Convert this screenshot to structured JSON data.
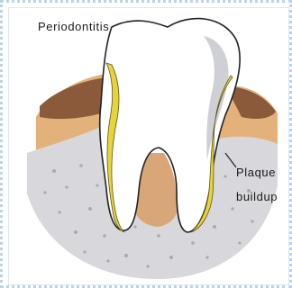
{
  "diagram": {
    "title": "Periodontitis",
    "callout_line1": "Plaque",
    "callout_line2": "buildup"
  },
  "colors": {
    "border": "#b9d4ea",
    "gum_dark": "#8a5a3a",
    "gum_light": "#e3b27b",
    "bone": "#d8d8dc",
    "bone_speckle": "#a9a9ae",
    "tooth": "#ffffff",
    "tooth_shadow": "#cfcfd6",
    "root_pulp": "#d9a777",
    "plaque": "#e5d43a"
  }
}
